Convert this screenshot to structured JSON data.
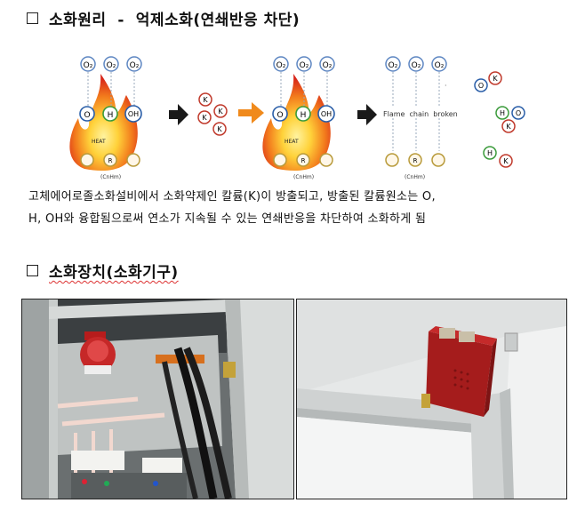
{
  "section1": {
    "title": "소화원리  -  억제소화(연쇄반응 차단)",
    "description_line1": "고체에어로졸소화설비에서 소화약제인 칼륨(K)이 방출되고, 방출된 칼륨원소는 O,",
    "description_line2": "H, OH와 융합됨으로써 연소가 지속될 수 있는 연쇄반응을 차단하여 소화하게 됨"
  },
  "diagram": {
    "o2": "O₂",
    "o": "O",
    "h": "H",
    "oh": "OH",
    "k": "K",
    "r": "R",
    "heat": "HEAT",
    "fuel": "(CnHm)",
    "flame_chain_broken": "Flame  chain  broken"
  },
  "section2": {
    "title": "소화장치(소화기구)"
  },
  "colors": {
    "arrow_orange": "#f08a1c",
    "flame_red": "#e0301e",
    "flame_yellow": "#ffd23a",
    "device_red": "#a51c1c"
  }
}
